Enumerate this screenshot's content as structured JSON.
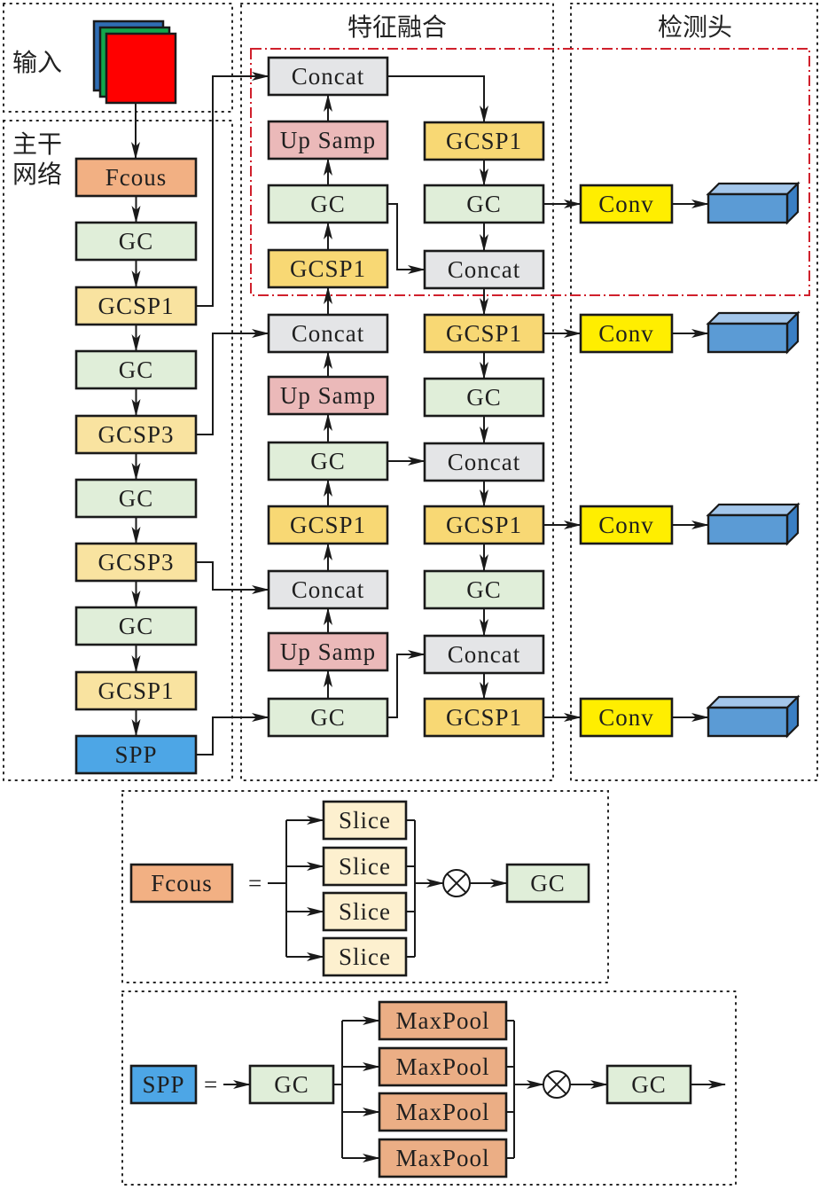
{
  "regions": {
    "input": "输入",
    "backbone_line1": "主干",
    "backbone_line2": "网络",
    "neck": "特征融合",
    "head": "检测头"
  },
  "colors": {
    "fcous": "#f2b083",
    "gc": "#e0eed9",
    "gcsp_backbone": "#f9e3a0",
    "gcsp_neck": "#f8d874",
    "spp": "#4da6e6",
    "concat": "#e4e5e7",
    "upsamp": "#ebb9b9",
    "conv": "#ffee00",
    "slice": "#fdf0cf",
    "maxpool": "#ebae85",
    "cube_front": "#5b9bd5",
    "cube_top": "#a3c6ea",
    "cube_side": "#3a7fc4",
    "highlight_box": "#d0202c",
    "input_r": "#ff0000",
    "input_g": "#12a64c",
    "input_b": "#2f6db3"
  },
  "backbone": [
    {
      "label": "Fcous",
      "type": "fcous"
    },
    {
      "label": "GC",
      "type": "gc"
    },
    {
      "label": "GCSP1",
      "type": "gcsp_backbone"
    },
    {
      "label": "GC",
      "type": "gc"
    },
    {
      "label": "GCSP3",
      "type": "gcsp_backbone"
    },
    {
      "label": "GC",
      "type": "gc"
    },
    {
      "label": "GCSP3",
      "type": "gcsp_backbone"
    },
    {
      "label": "GC",
      "type": "gc"
    },
    {
      "label": "GCSP1",
      "type": "gcsp_backbone"
    },
    {
      "label": "SPP",
      "type": "spp"
    }
  ],
  "neck_left": [
    {
      "label": "Concat",
      "type": "concat"
    },
    {
      "label": "Up Samp",
      "type": "upsamp"
    },
    {
      "label": "GC",
      "type": "gc"
    },
    {
      "label": "GCSP1",
      "type": "gcsp_neck"
    },
    {
      "label": "Concat",
      "type": "concat"
    },
    {
      "label": "Up Samp",
      "type": "upsamp"
    },
    {
      "label": "GC",
      "type": "gc"
    },
    {
      "label": "GCSP1",
      "type": "gcsp_neck"
    },
    {
      "label": "Concat",
      "type": "concat"
    },
    {
      "label": "Up Samp",
      "type": "upsamp"
    },
    {
      "label": "GC",
      "type": "gc"
    }
  ],
  "neck_right": [
    {
      "label": "GCSP1",
      "type": "gcsp_neck"
    },
    {
      "label": "GC",
      "type": "gc"
    },
    {
      "label": "Concat",
      "type": "concat"
    },
    {
      "label": "GCSP1",
      "type": "gcsp_neck"
    },
    {
      "label": "GC",
      "type": "gc"
    },
    {
      "label": "Concat",
      "type": "concat"
    },
    {
      "label": "GCSP1",
      "type": "gcsp_neck"
    },
    {
      "label": "GC",
      "type": "gc"
    },
    {
      "label": "Concat",
      "type": "concat"
    },
    {
      "label": "GCSP1",
      "type": "gcsp_neck"
    }
  ],
  "head": [
    {
      "label": "Conv",
      "type": "conv"
    },
    {
      "label": "Conv",
      "type": "conv"
    },
    {
      "label": "Conv",
      "type": "conv"
    },
    {
      "label": "Conv",
      "type": "conv"
    }
  ],
  "fcous_detail": {
    "lhs": "Fcous",
    "equals": "=",
    "branches": [
      "Slice",
      "Slice",
      "Slice",
      "Slice"
    ],
    "operator": "⊗",
    "output": "GC"
  },
  "spp_detail": {
    "lhs": "SPP",
    "equals": "=",
    "first": "GC",
    "branches": [
      "MaxPool",
      "MaxPool",
      "MaxPool",
      "MaxPool"
    ],
    "operator": "⊗",
    "output": "GC"
  }
}
